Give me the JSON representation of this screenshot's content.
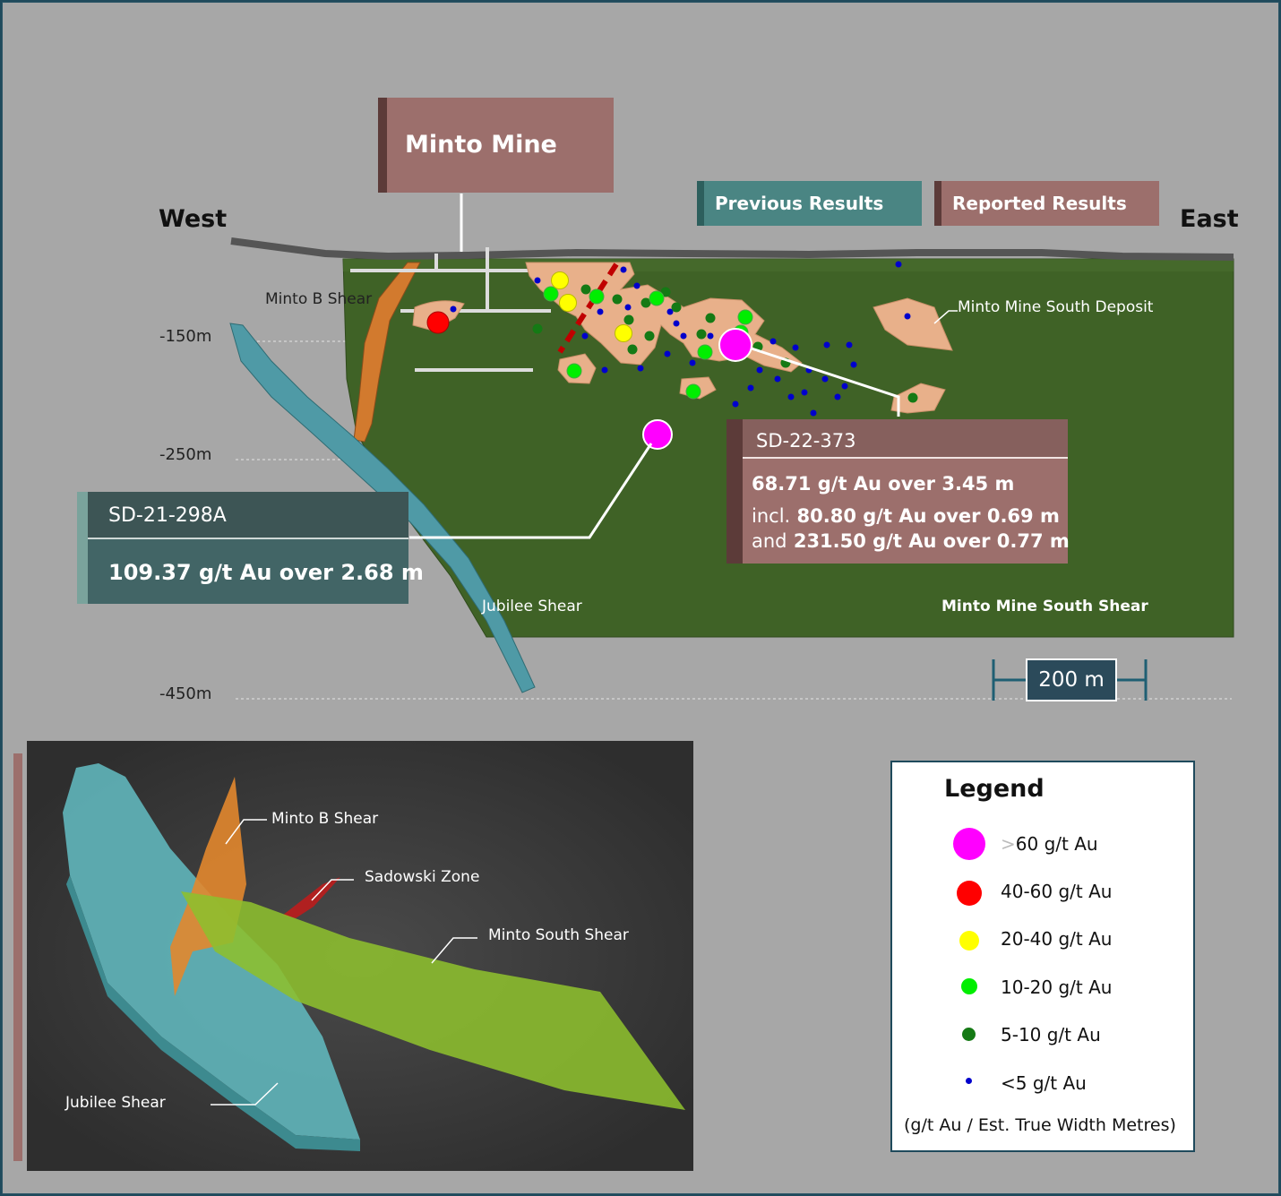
{
  "title": "Minto Mine",
  "directions": {
    "west": "West",
    "east": "East"
  },
  "tags": {
    "previous": "Previous Results",
    "reported": "Reported Results"
  },
  "depths": [
    "-150m",
    "-250m",
    "-450m"
  ],
  "shears": {
    "minto_b": "Minto B Shear",
    "jubilee": "Jubilee  Shear",
    "south_shear": "Minto Mine South Shear",
    "south_deposit": "Minto Mine South Deposit"
  },
  "callout_298a": {
    "hole": "SD-21-298A",
    "result": "109.37 g/t Au over 2.68 m"
  },
  "callout_373": {
    "hole": "SD-22-373",
    "line1": "68.71 g/t Au over 3.45 m",
    "line2_prefix": "incl.",
    "line2": "80.80 g/t Au over 0.69 m",
    "line3_prefix": "and",
    "line3": "231.50 g/t Au over 0.77 m"
  },
  "scale_bar": "200 m",
  "inset": {
    "minto_b": "Minto B Shear",
    "sadowski": "Sadowski Zone",
    "minto_south": "Minto South Shear",
    "jubilee": "Jubilee  Shear"
  },
  "legend": {
    "title": "Legend",
    "items": [
      {
        "label": "60 g/t Au",
        "prefix": ">",
        "color": "#ff00ff"
      },
      {
        "label": "40-60 g/t Au",
        "color": "#ff0000"
      },
      {
        "label": "20-40  g/t Au",
        "color": "#ffff00"
      },
      {
        "label": "10-20  g/t Au",
        "color": "#00ee00"
      },
      {
        "label": "5-10 g/t Au",
        "color": "#157a15"
      },
      {
        "label": "<5 g/t Au",
        "color": "#0000cc"
      }
    ],
    "note": "(g/t Au / Est. True Width Metres)"
  },
  "colors": {
    "title_box": "#9c6f6c",
    "title_bar": "#5c3b39",
    "previous_tag": "#4a8583",
    "previous_bar": "#2d5f5d",
    "reported_tag": "#9c6f6c",
    "reported_bar": "#5c3b39",
    "callout_dark": "#3d5555",
    "callout_373": "#9c6f6c",
    "section_green": "#3f6226"
  }
}
